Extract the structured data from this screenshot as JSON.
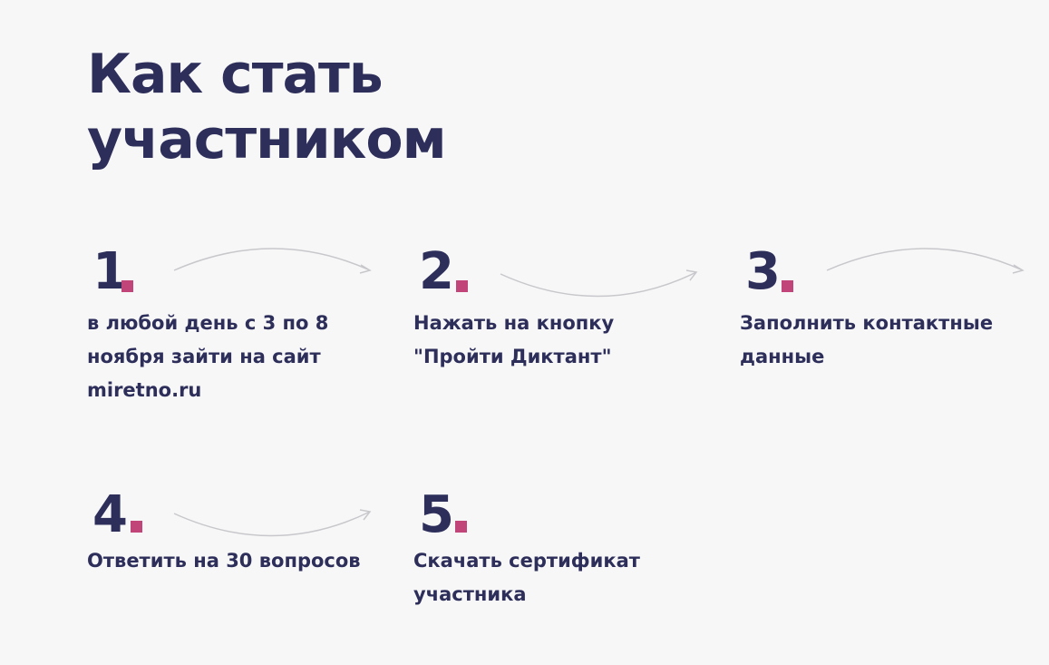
{
  "title": "Как стать участником",
  "accent_color": "#c2457a",
  "text_color": "#2d2f5a",
  "steps": [
    {
      "number": "1",
      "text": "в любой день с 3 по 8 ноября зайти на сайт miretno.ru",
      "arrow": "curve-up-arrow"
    },
    {
      "number": "2",
      "text": "Нажать на кнопку \"Пройти Диктант\"",
      "arrow": "curve-down-arrow"
    },
    {
      "number": "3",
      "text": "Заполнить контактные данные",
      "arrow": "curve-up-arrow"
    },
    {
      "number": "4",
      "text": "Ответить на 30 вопросов",
      "arrow": "curve-down-arrow"
    },
    {
      "number": "5",
      "text": "Скачать сертификат участника",
      "arrow": ""
    }
  ]
}
